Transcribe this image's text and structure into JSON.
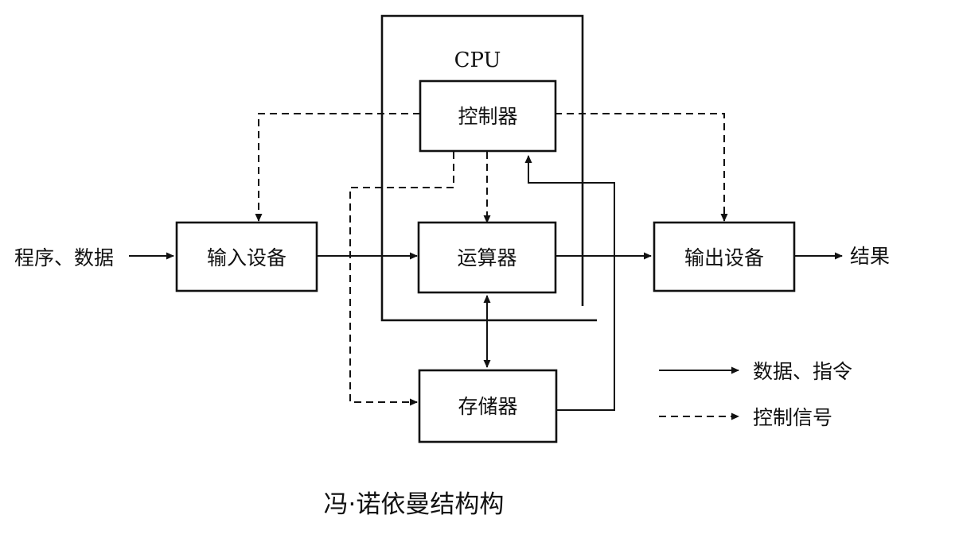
{
  "diagram": {
    "cpu_label": "CPU",
    "nodes": {
      "controller": "控制器",
      "alu": "运算器",
      "memory": "存储器",
      "input_device": "输入设备",
      "output_device": "输出设备"
    },
    "input_text": "程序、数据",
    "output_text": "结果",
    "legend": {
      "data_instructions": "数据、指令",
      "control_signals": "控制信号"
    },
    "caption": "冯·诺依曼结构构"
  }
}
